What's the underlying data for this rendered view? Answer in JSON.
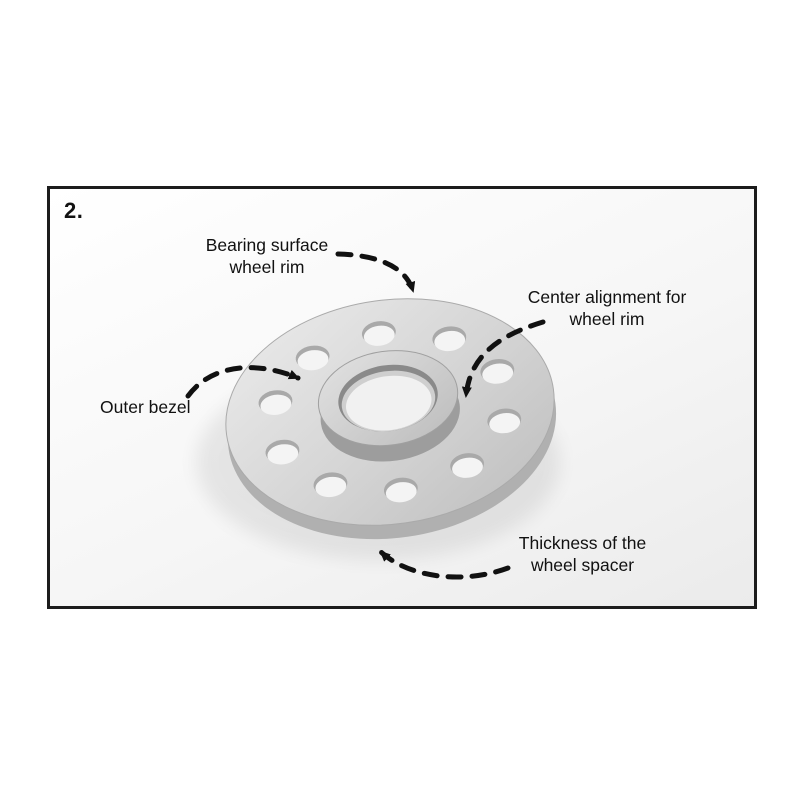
{
  "figure": {
    "step_number": "2.",
    "labels": {
      "bearing_surface": {
        "line1": "Bearing surface",
        "line2": "wheel rim"
      },
      "center_alignment": {
        "line1": "Center alignment for",
        "line2": "wheel rim"
      },
      "outer_bezel": {
        "text": "Outer bezel"
      },
      "thickness": {
        "line1": "Thickness of the",
        "line2": "wheel spacer"
      }
    },
    "colors": {
      "frame_border": "#1c1c1c",
      "arrow": "#111111",
      "disc_light": "#e4e4e4",
      "disc_dark": "#bdbdbd",
      "disc_side": "#b0b0b0",
      "hub_side": "#9d9d9d",
      "hole_shadow": "#a9a9a9",
      "hole_fill": "#f4f4f4"
    }
  }
}
